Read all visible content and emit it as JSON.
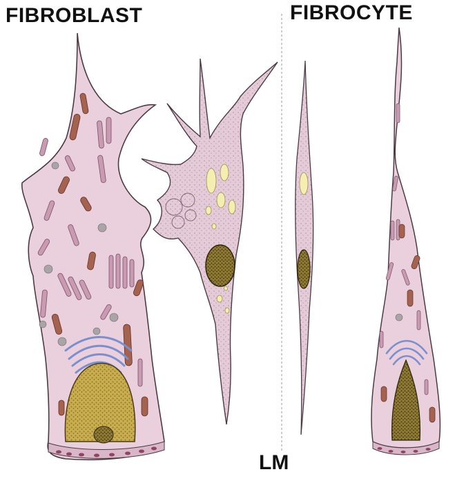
{
  "labels": {
    "left": "FIBROBLAST",
    "right": "FIBROCYTE",
    "bottom": "LM"
  },
  "colors": {
    "cytoplasm": "#e9d0dc",
    "outline": "#4b3a44",
    "mitochondria": "#a5624f",
    "er": "#b3869f",
    "golgi": "#7a8fd0",
    "nucleus": "#bfa54a",
    "vacuole": "#f4eeb0",
    "granule": "#a9a4a6",
    "divider": "#9a9a9a"
  },
  "icons": {
    "fibroblast_em": "large-fibroblast-cell-drawing",
    "fibroblast_lm": "stellate-fibroblast-lm-drawing",
    "fibrocyte_lm": "spindle-fibrocyte-lm-drawing",
    "fibrocyte_em": "fibrocyte-em-cell-drawing"
  }
}
